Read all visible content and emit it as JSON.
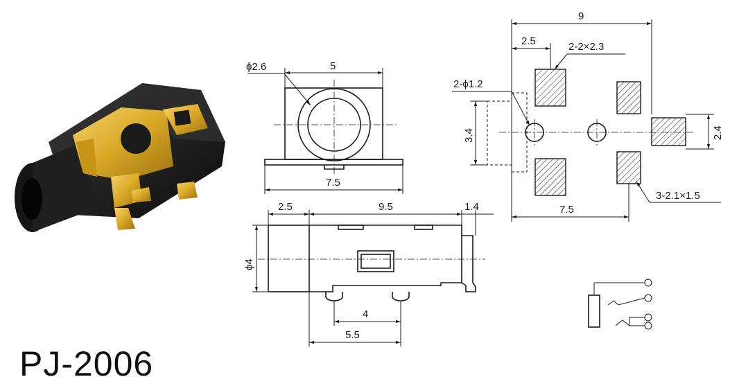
{
  "title": "PJ-2006",
  "colors": {
    "gold": "#d9a826",
    "body": "#1c1c1c",
    "line": "#1a1a1a"
  },
  "icons": [
    "connector-photo",
    "pad-hatch",
    "schematic-contacts"
  ],
  "front_view": {
    "hole_dia": "ϕ2.6",
    "width": "5",
    "base_width": "7.5"
  },
  "side_view": {
    "front_len": "2.5",
    "body_len": "9.5",
    "tail_len": "1.4",
    "dia": "ϕ4",
    "pin_spacing": "4",
    "pin_offset": "5.5"
  },
  "footprint": {
    "overall": "9",
    "pad_offset": "2.5",
    "top_pads": "2-2×2.3",
    "holes": "2-ϕ1.2",
    "height_left": "3.4",
    "height_right": "2.4",
    "bottom_span": "7.5",
    "side_pads": "3-2.1×1.5"
  }
}
